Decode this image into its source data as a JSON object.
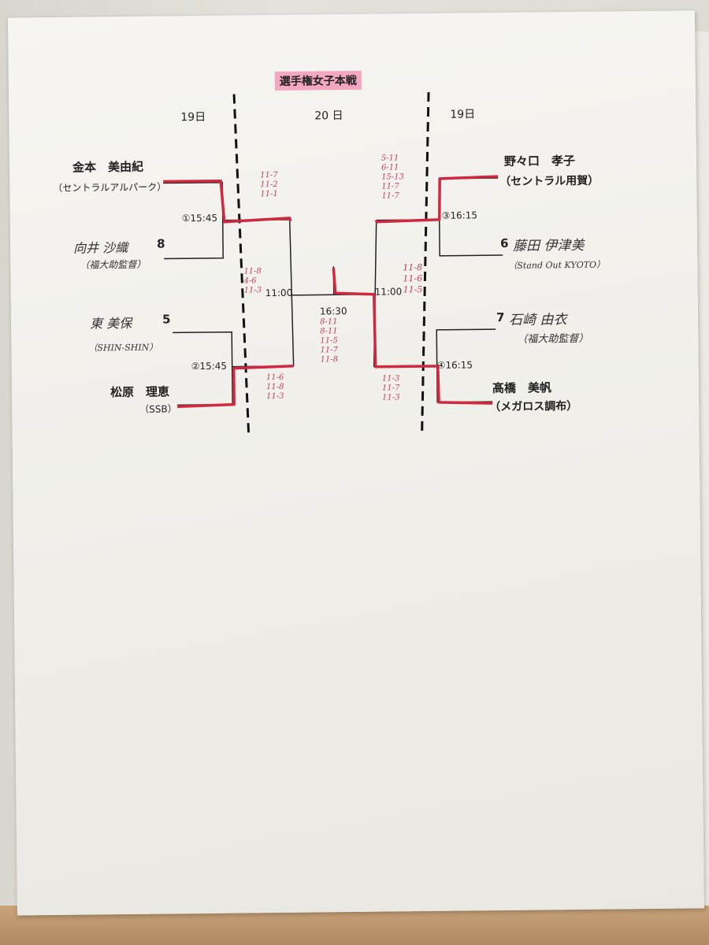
{
  "title": "選手権女子本戦",
  "days": {
    "left": "19日",
    "center": "20 日",
    "right": "19日"
  },
  "players": {
    "p1": {
      "name": "金本　美由紀",
      "club": "（セントラルアルパーク）"
    },
    "p2": {
      "seed": "8",
      "name": "向井 沙織",
      "club": "（福大助監督）"
    },
    "p3": {
      "seed": "5",
      "name": "東 美保",
      "club": "（SHIN-SHIN）"
    },
    "p4": {
      "name": "松原　理恵",
      "club": "（SSB）"
    },
    "p5": {
      "name": "野々口　孝子",
      "club": "（セントラル用賀）"
    },
    "p6": {
      "seed": "6",
      "name": "藤田 伊津美",
      "club": "（Stand Out KYOTO）"
    },
    "p7": {
      "seed": "7",
      "name": "石崎 由衣",
      "club": "（福大助監督）"
    },
    "p8": {
      "name": "髙橋　美帆",
      "club": "（メガロス調布）"
    }
  },
  "matches": {
    "m1": "①15:45",
    "m2": "②15:45",
    "m3": "③16:15",
    "m4": "④16:15",
    "semi_left": "11:00",
    "semi_right": "11:00",
    "final": "16:30"
  },
  "scores": {
    "m1": [
      "11-7",
      "11-2",
      "11-1"
    ],
    "m2": [
      "11-6",
      "11-8",
      "11-3"
    ],
    "m3": [
      "5-11",
      "6-11",
      "15-13",
      "11-7",
      "11-7"
    ],
    "m4": [
      "11-3",
      "11-7",
      "11-3"
    ],
    "semi_left": [
      "11-8",
      "4-6",
      "11-3"
    ],
    "semi_right": [
      "11-8",
      "11-6",
      "11-5"
    ],
    "final": [
      "8-11",
      "8-11",
      "11-5",
      "11-7",
      "11-8"
    ]
  },
  "colors": {
    "winner_line": "#d0283f",
    "bracket_line": "#222222",
    "title_highlight": "#f4a7c1"
  }
}
